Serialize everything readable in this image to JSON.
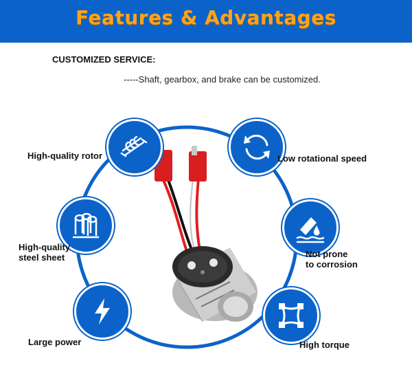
{
  "header": {
    "title": "Features & Advantages"
  },
  "service": {
    "title": "CUSTOMIZED SERVICE:",
    "description": "-----Shaft, gearbox, and brake can be customized."
  },
  "features": [
    {
      "label": "High-quality rotor",
      "icon": "coil-icon"
    },
    {
      "label": "Low rotational speed",
      "icon": "rotation-icon"
    },
    {
      "label_line1": "High-quality",
      "label_line2": "steel sheet",
      "icon": "steel-tube-icon"
    },
    {
      "label_line1": "Not prone",
      "label_line2": "to corrosion",
      "icon": "water-drop-icon"
    },
    {
      "label": "Large power",
      "icon": "lightning-icon"
    },
    {
      "label": "High torque",
      "icon": "torque-square-icon"
    }
  ],
  "colors": {
    "brand_blue": "#0b63c9",
    "title_orange": "#ffa31a",
    "wire_red": "#e02020"
  }
}
